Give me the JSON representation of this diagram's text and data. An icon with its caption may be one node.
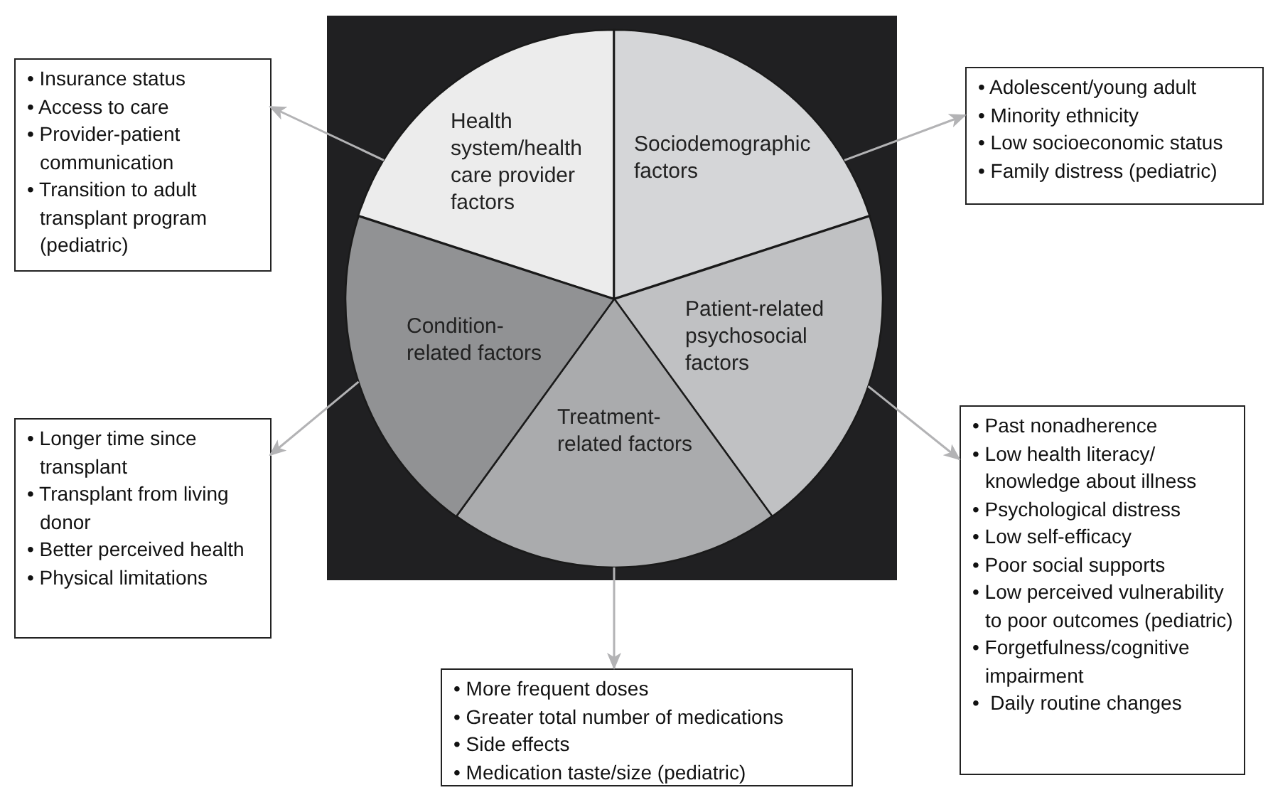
{
  "diagram": {
    "nodes": [
      {
        "text": [
          "Health system/health care provider factors"
        ]
      },
      {
        "text": [
          "Sociodemographic factors"
        ]
      },
      {
        "text": [
          "Patient-related psychosocial factors"
        ]
      },
      {
        "text": [
          "Treatment-related factors"
        ]
      },
      {
        "text": [
          "Condition-related factors"
        ]
      },
      {
        "text": [
          "• Insurance status",
          "• Access to care",
          "• Provider-patient communication",
          "• Transition to adult transplant program (pediatric)"
        ]
      },
      {
        "text": [
          "• Adolescent/young adult",
          "• Minority ethnicity",
          "• Low socioeconomic status",
          "• Family distress (pediatric)"
        ]
      },
      {
        "text": [
          "• Longer time since transplant",
          "• Transplant from living donor",
          "• Better perceived health",
          "• Physical limitations"
        ]
      },
      {
        "text": [
          "• More frequent doses",
          "• Greater total number of medications",
          "• Side effects",
          "• Medication taste/size (pediatric)"
        ]
      },
      {
        "text": [
          "• Past nonadherence",
          "• Low health literacy/ knowledge about illness",
          "• Psychological distress",
          "• Low self-efficacy",
          "• Poor social supports",
          "• Low perceived vulnerability to poor outcomes (pediatric)",
          "• Forgetfulness/cognitive impairment",
          "•  Daily routine changes"
        ]
      }
    ],
    "edges": [
      {
        "from": 0,
        "to": 5,
        "arrow": "to"
      },
      {
        "from": 1,
        "to": 6,
        "arrow": "to"
      },
      {
        "from": 2,
        "to": 9,
        "arrow": "to"
      },
      {
        "from": 3,
        "to": 8,
        "arrow": "to"
      },
      {
        "from": 4,
        "to": 7,
        "arrow": "to"
      }
    ]
  }
}
